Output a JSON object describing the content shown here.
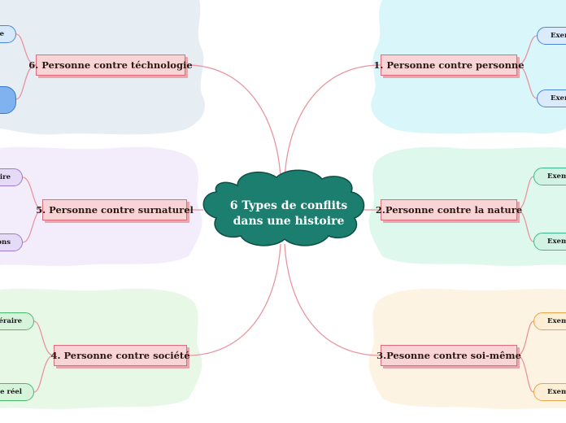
{
  "center": {
    "line1": "6 Types de conflits",
    "line2": "dans une histoire"
  },
  "colors": {
    "center_fill": "#1b7e6e",
    "topic_fill": "#f8d4d6",
    "topic_border": "#e06a78",
    "connector": "#e895a0",
    "bg_blue": "#d9f6fb",
    "bg_green": "#dff8ee",
    "bg_orange": "#fdf3e2",
    "bg_gray_blue": "#e6edf3",
    "bg_purple": "#f3ecfb",
    "bg_green_light": "#e8f8e6"
  },
  "topics": [
    {
      "label": "1. Personne contre personne"
    },
    {
      "label": "2.Personne contre la nature"
    },
    {
      "label": "3.Pesonne contre soi-même"
    },
    {
      "label": "4. Personne contre  société"
    },
    {
      "label": "5. Personne contre surnaturel"
    },
    {
      "label": "6. Personne contre téchnologie"
    }
  ],
  "leaves": {
    "t1": [
      "Exem",
      "Exem"
    ],
    "t2": [
      "Exem",
      "Exem"
    ],
    "t3": [
      "Exem",
      "Exem"
    ],
    "t4": [
      "éraire",
      "De réel"
    ],
    "t5": [
      "aire",
      "ons"
    ],
    "t6": [
      "e",
      ""
    ]
  }
}
